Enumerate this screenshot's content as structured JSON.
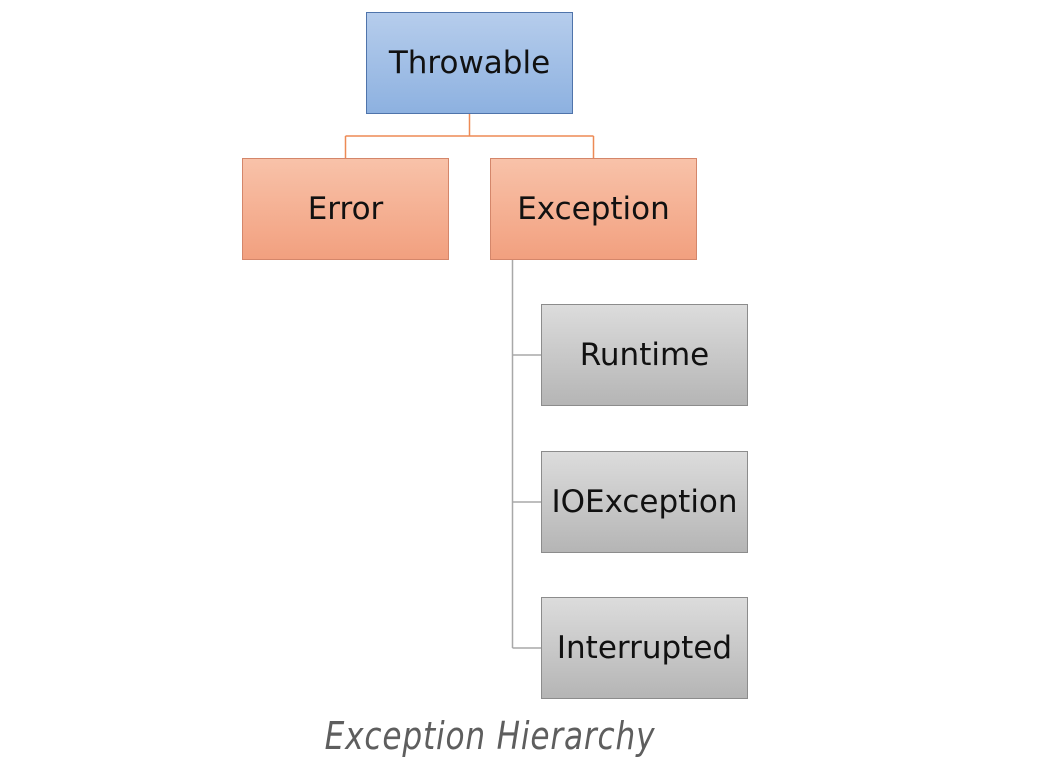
{
  "caption": "Exception Hierarchy",
  "colors": {
    "root_fill": "#9dbde6",
    "level1_fill": "#f4ae90",
    "level2_fill": "#c8c8c8",
    "orange_connector": "#ed8a55",
    "gray_connector": "#a8a8a8"
  },
  "nodes": {
    "throwable": "Throwable",
    "error": "Error",
    "exception": "Exception",
    "runtime": "Runtime",
    "ioexception": "IOException",
    "interrupted": "Interrupted"
  },
  "edges": [
    {
      "from": "throwable",
      "to": "error"
    },
    {
      "from": "throwable",
      "to": "exception"
    },
    {
      "from": "exception",
      "to": "runtime"
    },
    {
      "from": "exception",
      "to": "ioexception"
    },
    {
      "from": "exception",
      "to": "interrupted"
    }
  ]
}
